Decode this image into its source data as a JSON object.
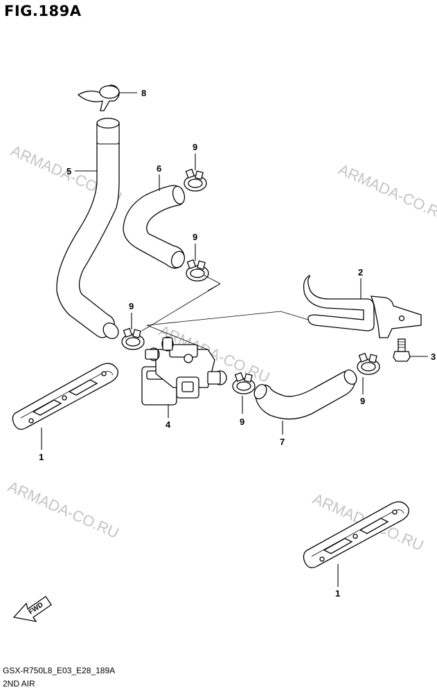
{
  "figure_title": "FIG.189A",
  "footer": {
    "code": "GSX-R750L8_E03_E28_189A",
    "title": "2ND AIR"
  },
  "watermarks": [
    "ARMADA-CO.RU",
    "ARMADA-CO.RU",
    "ARMADA-CO.RU",
    "ARMADA-CO.RU",
    "ARMADA-CO.RU"
  ],
  "fwd_label": "FWD",
  "callouts": {
    "c1_left": "1",
    "c1_right": "1",
    "c2": "2",
    "c3": "3",
    "c4": "4",
    "c5": "5",
    "c6": "6",
    "c7": "7",
    "c8": "8",
    "c9_a": "9",
    "c9_b": "9",
    "c9_c": "9",
    "c9_d": "9",
    "c9_e": "9"
  }
}
